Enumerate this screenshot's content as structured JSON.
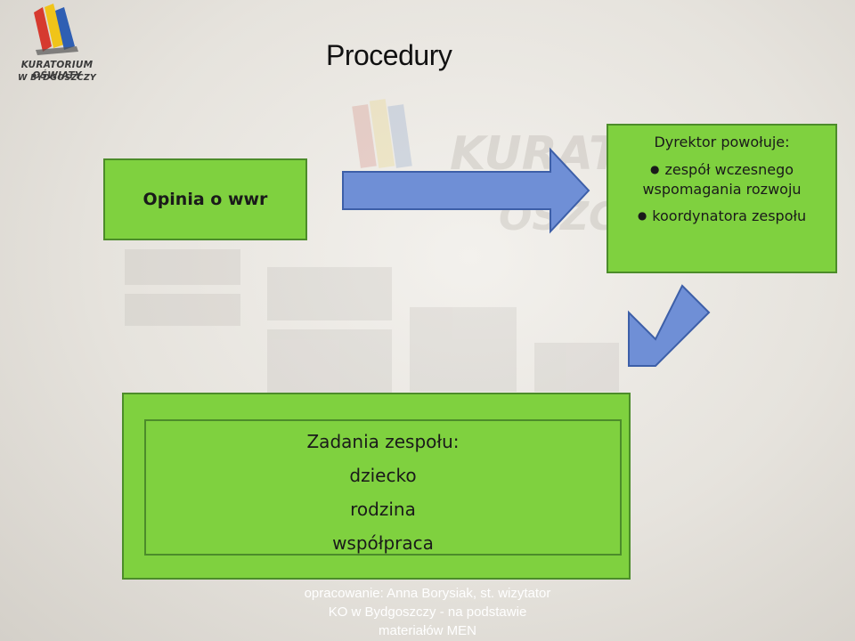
{
  "logo": {
    "line1": "KURATORIUM OŚWIATY",
    "line2": "W BYDGOSZCZY"
  },
  "slide": {
    "title": "Procedury"
  },
  "diagram": {
    "opinia": "Opinia o wwr",
    "dyrektor": {
      "heading": "Dyrektor powołuje:",
      "items": [
        "zespół wczesnego wspomagania rozwoju",
        "koordynatora zespołu"
      ]
    },
    "zadania": {
      "heading": "Zadania zespołu:",
      "items": [
        "dziecko",
        "rodzina",
        "współpraca"
      ]
    }
  },
  "footer": {
    "lines": [
      "opracowanie: Anna Borysiak, st. wizytator",
      "KO w Bydgoszczy - na podstawie",
      "materiałów MEN"
    ]
  },
  "colors": {
    "box_fill": "#7fd13f",
    "box_border": "#4c8c2a",
    "arrow_fill": "#6f8fd6",
    "arrow_border": "#3d5fa8"
  }
}
